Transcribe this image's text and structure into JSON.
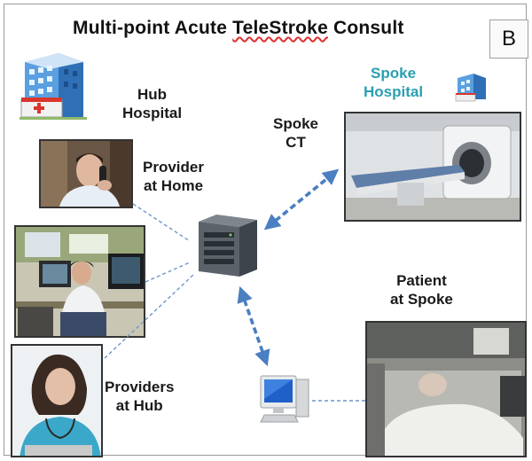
{
  "title": {
    "part1": "Multi-point  Acute  ",
    "part2": "TeleStroke",
    "part3": "  Consult"
  },
  "panel_letter": "B",
  "labels": {
    "hub_hospital": [
      "Hub",
      "Hospital"
    ],
    "spoke_hospital": [
      "Spoke",
      "Hospital"
    ],
    "spoke_ct": [
      "Spoke",
      "CT"
    ],
    "provider_home": [
      "Provider",
      "at Home"
    ],
    "patient_spoke": [
      "Patient",
      "at Spoke"
    ],
    "providers_hub": [
      "Providers",
      "at Hub"
    ]
  },
  "colors": {
    "arrow": "#4a7fc1",
    "dashed": "#6f94c8",
    "spoke_label": "#2a9fb0"
  },
  "icons": [
    "hospital-building-icon",
    "small-hospital-icon",
    "server-tower-icon",
    "desktop-computer-icon"
  ]
}
